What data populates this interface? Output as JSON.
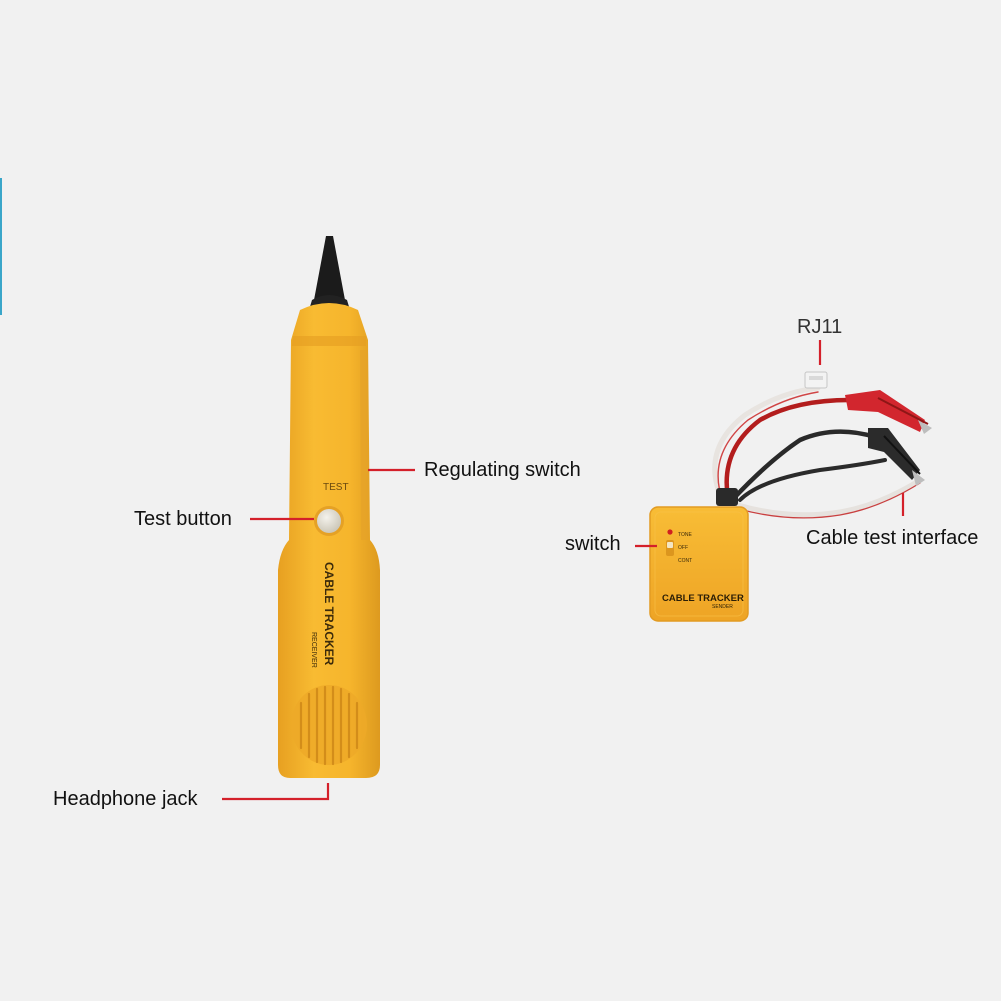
{
  "colors": {
    "background": "#f1f1f1",
    "device_body": "#f6b52c",
    "device_dark": "#d99520",
    "leader_line": "#d4202a",
    "accent_bar": "#3aa6c9"
  },
  "labels": {
    "regulating_switch": "Regulating switch",
    "test_button": "Test button",
    "headphone_jack": "Headphone jack",
    "rj11": "RJ11",
    "switch": "switch",
    "cable_test_interface": "Cable test interface"
  },
  "receiver": {
    "test_label": "TEST",
    "brand": "CABLE TRACKER",
    "model": "RECEIVER"
  },
  "sender": {
    "mode_tone": "TONE",
    "mode_off": "OFF",
    "mode_cont": "CONT",
    "brand": "CABLE TRACKER",
    "model": "SENDER"
  }
}
